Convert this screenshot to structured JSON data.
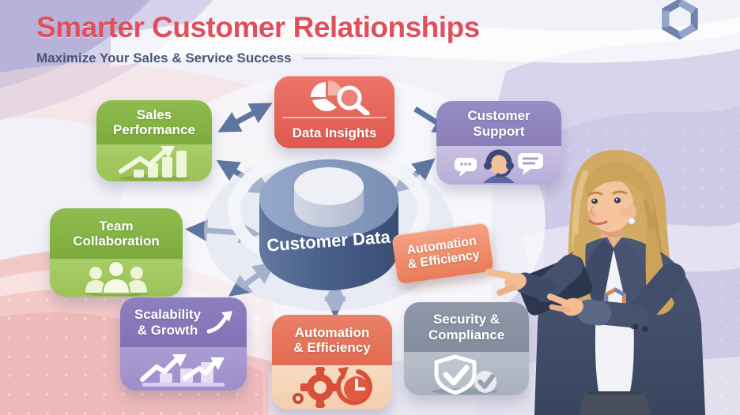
{
  "header": {
    "title": "Smarter Customer Relationships",
    "subtitle": "Maximize Your Sales & Service Success"
  },
  "hub": {
    "label": "Customer Data"
  },
  "nodes": {
    "sales": {
      "label": "Sales\nPerformance"
    },
    "insights": {
      "label": "Data Insights"
    },
    "support": {
      "label": "Customer\nSupport"
    },
    "team": {
      "label": "Team\nCollaboration"
    },
    "scalability": {
      "label": "Scalability\n& Growth"
    },
    "automation": {
      "label": "Automation\n& Efficiency"
    },
    "security": {
      "label": "Security &\nCompliance"
    }
  },
  "held_card": {
    "label": "Automation\n& Efficiency"
  },
  "icons": [
    "hexagon-logo-icon",
    "bar-chart-growth-icon",
    "pie-chart-search-icon",
    "headset-agent-icon",
    "speech-bubbles-icon",
    "team-icon",
    "database-icon",
    "growth-arrow-icon",
    "gear-icon",
    "clock-icon",
    "shield-check-icon",
    "check-circle-icon"
  ],
  "colors": {
    "title": "#e04f5c",
    "subtitle": "#49547b",
    "arrow": "#5d76a2",
    "green": "#85b545",
    "red": "#e4635b",
    "purple": "#988cc4",
    "violet": "#8a7bbd",
    "coral": "#e87a61",
    "gray": "#8b94a4",
    "hub_blue": "#44597f",
    "background_pink": "#f3c9c8",
    "background_lavender": "#d6d2eb"
  }
}
